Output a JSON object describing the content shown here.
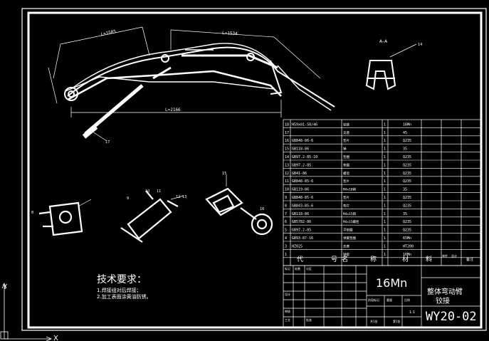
{
  "dimensions": {
    "l1": "L=1585",
    "l2": "L=1534",
    "l3": "L=2166",
    "section_aa": "A–A"
  },
  "balloons": [
    "14",
    "17",
    "8",
    "9",
    "10",
    "11",
    "12",
    "13",
    "15",
    "16"
  ],
  "notes": {
    "title": "技术要求：",
    "items": [
      "1.焊接组对后焊接；",
      "2.加工表面涂黄油防锈。"
    ]
  },
  "bom": {
    "rows": [
      {
        "no": "18",
        "code": "H59x01-50/46",
        "name": "铰链",
        "qty": "1",
        "material": "16Mn"
      },
      {
        "no": "17",
        "code": "",
        "name": "支座",
        "qty": "1",
        "material": "45"
      },
      {
        "no": "16",
        "code": "GB848-86-6",
        "name": "垫片",
        "qty": "1",
        "material": "Q235"
      },
      {
        "no": "15",
        "code": "GB118-86",
        "name": "销",
        "qty": "1",
        "material": "35"
      },
      {
        "no": "14",
        "code": "GB97.2-85-10",
        "name": "垫圈",
        "qty": "1",
        "material": "Q235"
      },
      {
        "no": "13",
        "code": "GB97.2-85",
        "name": "垫圈",
        "qty": "1",
        "material": "Q235"
      },
      {
        "no": "12",
        "code": "GB41-86",
        "name": "螺母",
        "qty": "1",
        "material": "Q235"
      },
      {
        "no": "11",
        "code": "GB848-85-6",
        "name": "垫片",
        "qty": "1",
        "material": "Q235"
      },
      {
        "no": "10",
        "code": "GB119-86",
        "name": "M4x18销",
        "qty": "1",
        "material": "35"
      },
      {
        "no": "9",
        "code": "GB848-85-6",
        "name": "垫片",
        "qty": "1",
        "material": "Q235"
      },
      {
        "no": "8",
        "code": "GB843-85-6",
        "name": "垫片",
        "qty": "1",
        "material": "Q235"
      },
      {
        "no": "7",
        "code": "GB118-86",
        "name": "M4x15销",
        "qty": "1",
        "material": "35"
      },
      {
        "no": "6",
        "code": "GB5782-86",
        "name": "M4x15螺栓",
        "qty": "1",
        "material": "Q235"
      },
      {
        "no": "5",
        "code": "GB97.2-85",
        "name": "平垫圈",
        "qty": "1",
        "material": "Q235"
      },
      {
        "no": "4",
        "code": "GB93-87-16",
        "name": "弹簧垫圈",
        "qty": "1",
        "material": "65Mn"
      },
      {
        "no": "3",
        "code": "HZ025",
        "name": "支座",
        "qty": "1",
        "material": "HT200"
      },
      {
        "no": "1",
        "code": "",
        "name": "轴套",
        "qty": "1",
        "material": "16Mn"
      }
    ],
    "header": {
      "dai": "代",
      "hao": "号",
      "ming": "名",
      "cheng": "称",
      "cai": "材",
      "liao": "料",
      "c1": "单件",
      "c2": "总计",
      "c3": "备注"
    }
  },
  "titleblock": {
    "material": "16Mn",
    "part_line1": "整体弯动臂",
    "part_line2": "铰接",
    "drawing_no": "WY20-02",
    "small": [
      "标记",
      "处数",
      "分区",
      "设计",
      "审核",
      "工艺",
      "批准",
      "阶段标记",
      "重量",
      "比例",
      "共1张",
      "第1张",
      "1:1"
    ]
  },
  "ucs": {
    "x": "X",
    "y": "Y"
  }
}
